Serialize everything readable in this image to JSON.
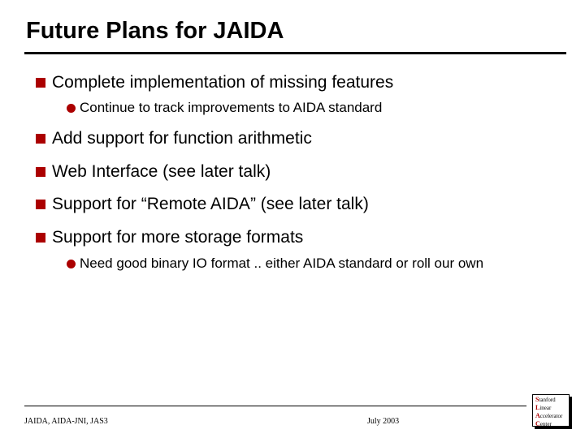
{
  "title": "Future Plans for JAIDA",
  "items": [
    {
      "level": 1,
      "text": "Complete implementation of missing features"
    },
    {
      "level": 2,
      "text": "Continue to track improvements to AIDA standard"
    },
    {
      "level": 1,
      "text": "Add support for function arithmetic"
    },
    {
      "level": 1,
      "text": "Web Interface (see later talk)"
    },
    {
      "level": 1,
      "text": "Support for “Remote AIDA” (see later talk)"
    },
    {
      "level": 1,
      "text": "Support for more storage formats"
    },
    {
      "level": 2,
      "text": "Need good binary IO format .. either AIDA standard or roll our own"
    }
  ],
  "footer": {
    "left": "JAIDA, AIDA-JNI, JAS3",
    "date": "July 2003"
  },
  "logo": {
    "lines": [
      {
        "initial": "S",
        "rest": "tanford"
      },
      {
        "initial": "L",
        "rest": "inear"
      },
      {
        "initial": "A",
        "rest": "ccelerator"
      },
      {
        "initial": "C",
        "rest": "enter"
      }
    ]
  },
  "colors": {
    "bullet": "#ab0000",
    "text": "#000000",
    "background": "#ffffff"
  },
  "icons": {
    "level1_bullet": "square-bullet-icon",
    "level2_bullet": "circle-bullet-icon"
  }
}
